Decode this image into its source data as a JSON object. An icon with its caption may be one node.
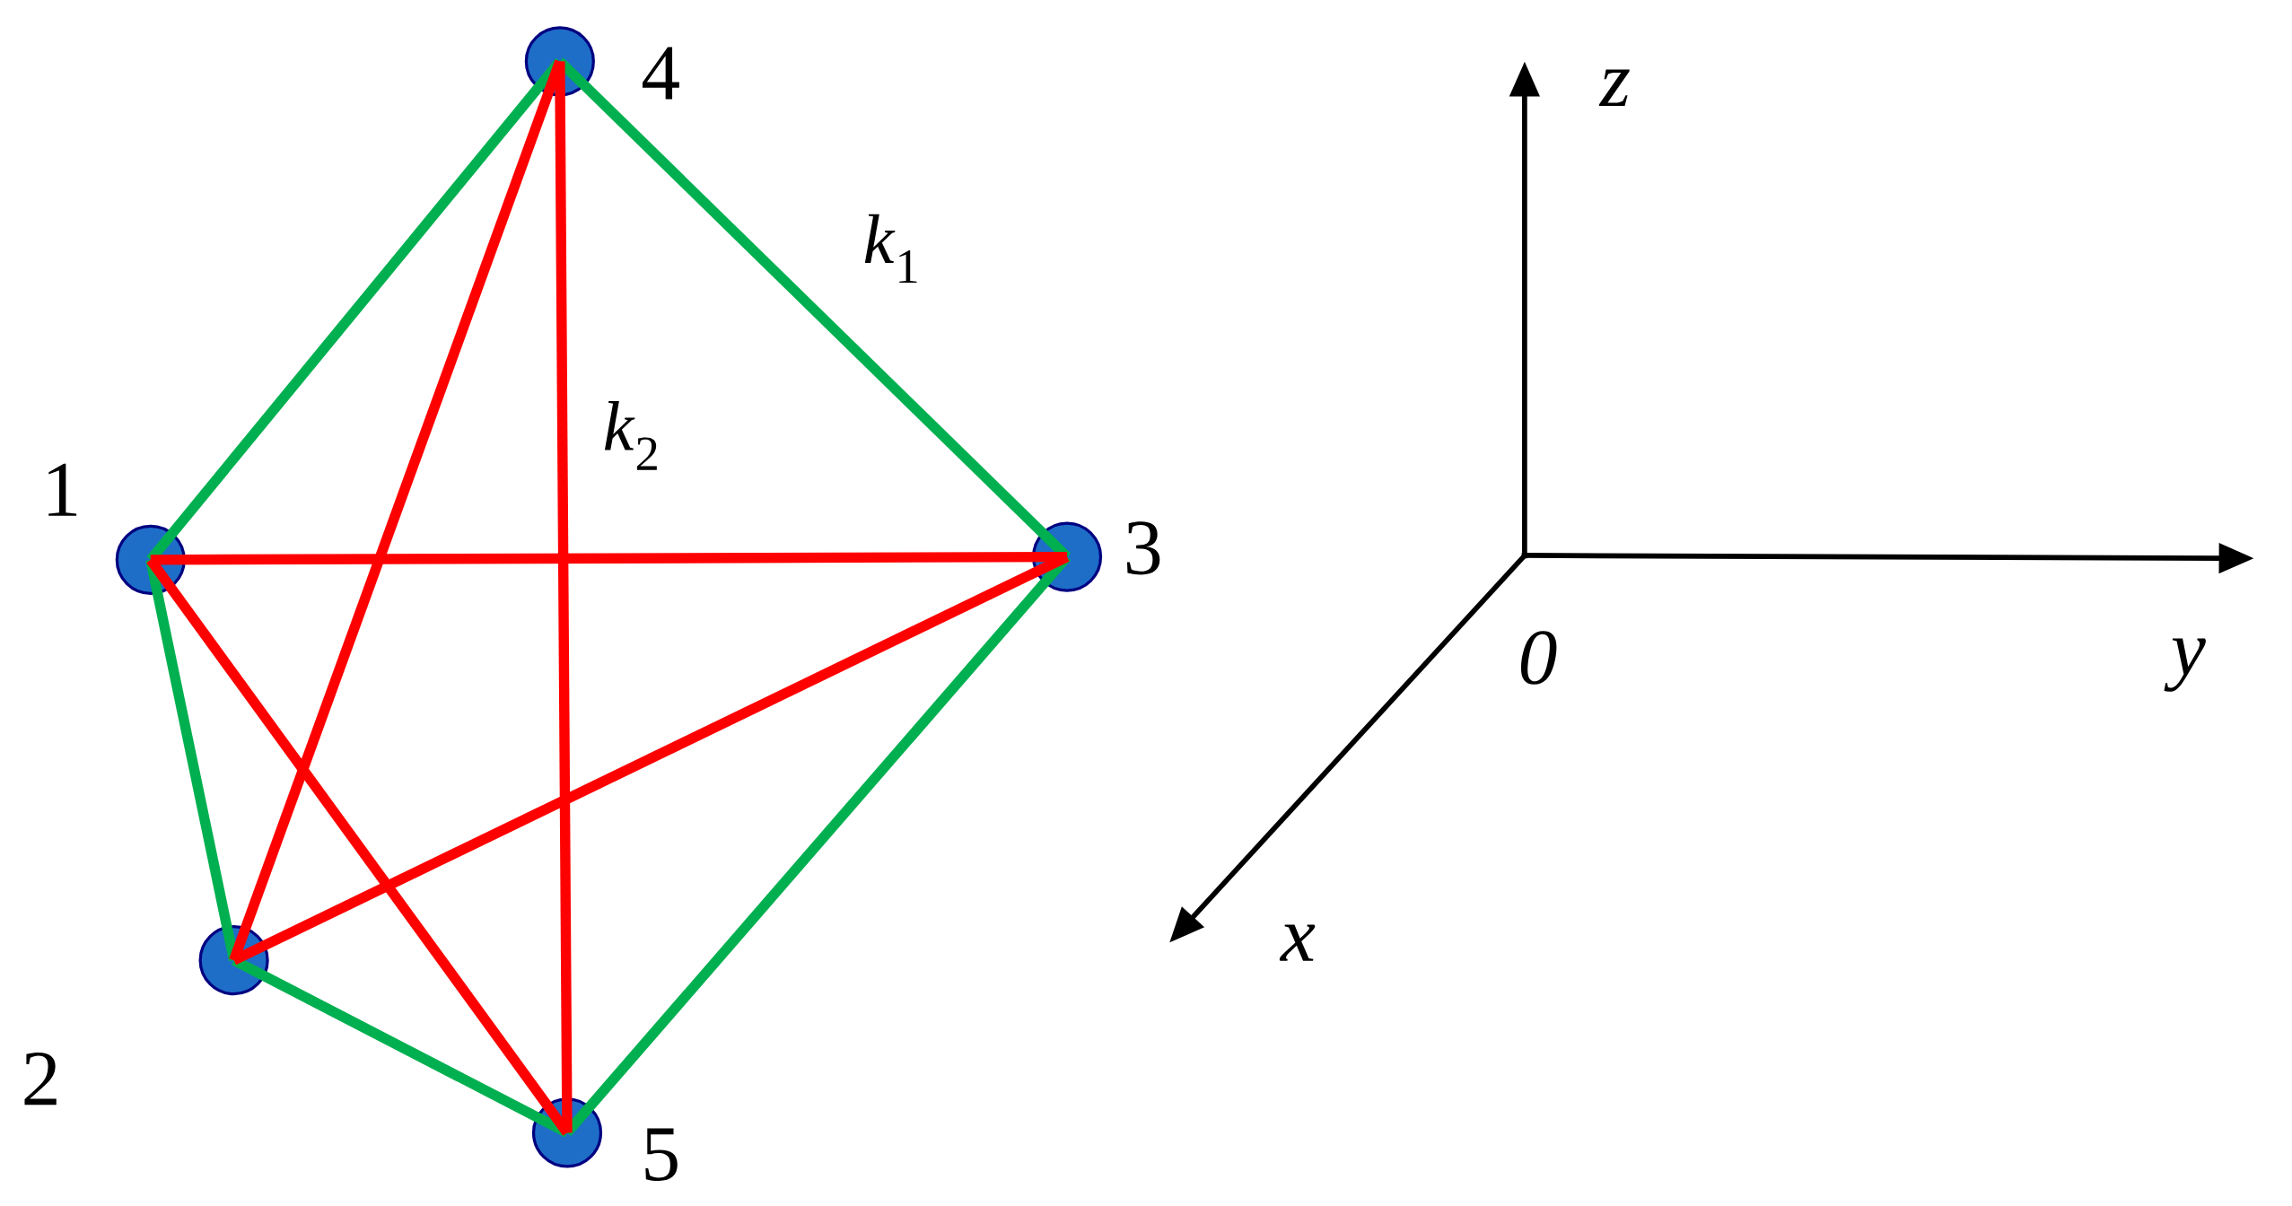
{
  "diagram": {
    "nodes": [
      {
        "text": [],
        "shape": "circle",
        "beside": [
          "1"
        ]
      },
      {
        "text": [],
        "shape": "circle",
        "beside": [
          "2"
        ]
      },
      {
        "text": [],
        "shape": "circle",
        "beside": [
          "3"
        ]
      },
      {
        "text": [],
        "shape": "circle",
        "beside": [
          "4"
        ]
      },
      {
        "text": [],
        "shape": "circle",
        "beside": [
          "5"
        ]
      }
    ],
    "edges": [
      {
        "from": 0,
        "to": 3,
        "arrow": "none",
        "color": "#00b050"
      },
      {
        "from": 3,
        "to": 2,
        "arrow": "none",
        "color": "#00b050",
        "label": "*k*$_{1}$"
      },
      {
        "from": 0,
        "to": 1,
        "arrow": "none",
        "color": "#00b050"
      },
      {
        "from": 1,
        "to": 4,
        "arrow": "none",
        "color": "#00b050"
      },
      {
        "from": 4,
        "to": 2,
        "arrow": "none",
        "color": "#00b050"
      },
      {
        "from": 0,
        "to": 2,
        "arrow": "none",
        "color": "#ff0000"
      },
      {
        "from": 0,
        "to": 4,
        "arrow": "none",
        "color": "#ff0000"
      },
      {
        "from": 3,
        "to": 1,
        "arrow": "none",
        "color": "#ff0000"
      },
      {
        "from": 3,
        "to": 4,
        "arrow": "none",
        "color": "#ff0000",
        "label": "*k*$_{2}$"
      },
      {
        "from": 1,
        "to": 2,
        "arrow": "none",
        "color": "#ff0000"
      }
    ],
    "labels": [
      "*z*",
      "*0*",
      "*y*",
      "*x*"
    ]
  }
}
